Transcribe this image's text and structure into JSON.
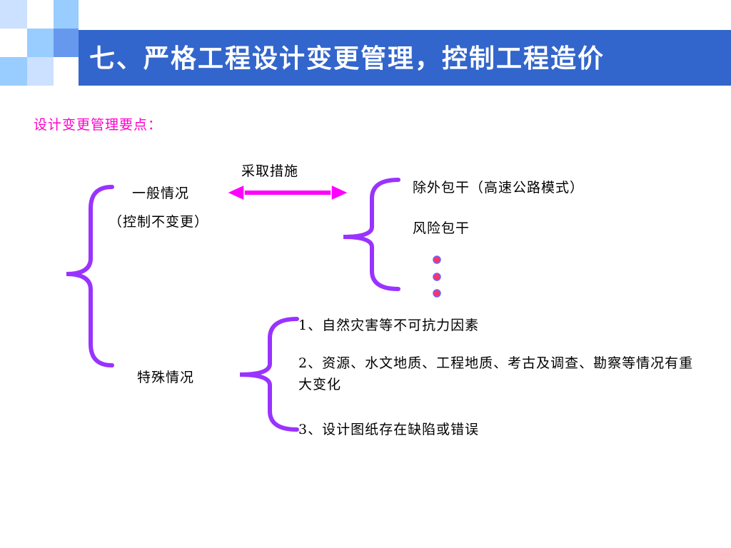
{
  "slide": {
    "title": "七、严格工程设计变更管理，控制工程造价",
    "subtitle": "设计变更管理要点："
  },
  "diagram": {
    "general": {
      "label": "一般情况",
      "note": "（控制不变更）"
    },
    "arrow_label": "采取措施",
    "measures": [
      "除外包干（高速公路模式）",
      "风险包干"
    ],
    "special": {
      "label": "特殊情况"
    },
    "special_items": [
      "1、自然灾害等不可抗力因素",
      "2、资源、水文地质、工程地质、考古及调查、勘察等情况有重大变化",
      "3、设计图纸存在缺陷或错误"
    ]
  },
  "colors": {
    "title_bar": "#3366cc",
    "square_light": "#99ccff",
    "square_mid": "#6699ee",
    "square_pale": "#cce0ff",
    "brace": "#9933ff",
    "arrow": "#ff00ff",
    "dot": "#ff3366",
    "subtitle": "#ff00cc"
  }
}
